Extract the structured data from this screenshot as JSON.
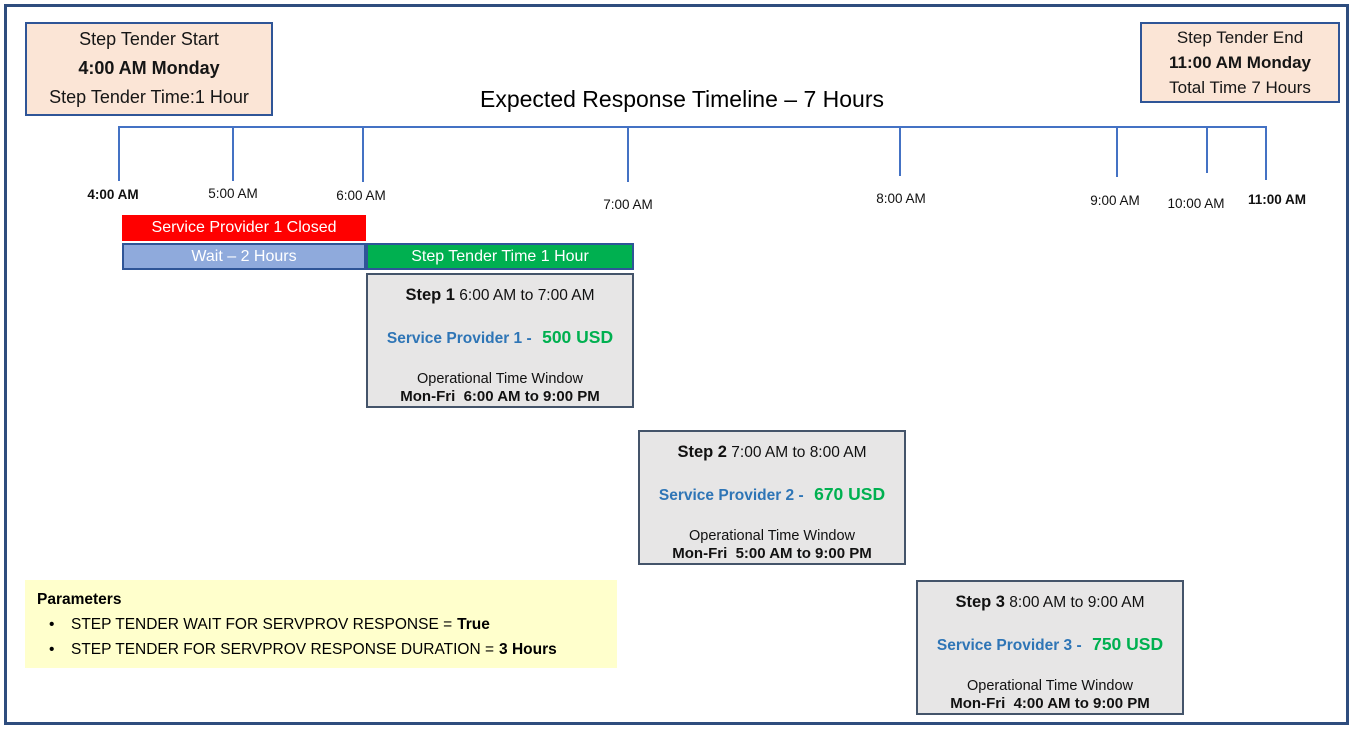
{
  "title": "Expected Response Timeline – 7 Hours",
  "start_box": {
    "line1": "Step Tender Start",
    "line2": "4:00 AM Monday",
    "line3": "Step Tender Time:1 Hour"
  },
  "end_box": {
    "line1": "Step Tender End",
    "line2": "11:00 AM Monday",
    "line3": "Total Time 7 Hours"
  },
  "timeline": {
    "ticks": [
      {
        "label": "4:00 AM",
        "emphasis": true
      },
      {
        "label": "5:00 AM",
        "emphasis": false
      },
      {
        "label": "6:00 AM",
        "emphasis": false
      },
      {
        "label": "7:00 AM",
        "emphasis": false
      },
      {
        "label": "8:00 AM",
        "emphasis": false
      },
      {
        "label": "9:00 AM",
        "emphasis": false
      },
      {
        "label": "10:00 AM",
        "emphasis": false
      },
      {
        "label": "11:00 AM",
        "emphasis": true
      }
    ]
  },
  "bars": {
    "closed_label": "Service Provider 1 Closed",
    "wait_label": "Wait – 2 Hours",
    "step_tender_label": "Step Tender Time 1 Hour"
  },
  "steps": [
    {
      "name": "Step 1",
      "time_range": "6:00 AM to 7:00 AM",
      "provider": "Service Provider 1 -",
      "price": "500 USD",
      "op_title": "Operational Time Window",
      "op_hours": "Mon-Fri  6:00 AM to 9:00 PM"
    },
    {
      "name": "Step 2",
      "time_range": "7:00 AM to 8:00 AM",
      "provider": "Service Provider 2 -",
      "price": "670 USD",
      "op_title": "Operational Time Window",
      "op_hours": "Mon-Fri  5:00 AM to 9:00 PM"
    },
    {
      "name": "Step 3",
      "time_range": "8:00 AM to 9:00 AM",
      "provider": "Service Provider 3 -",
      "price": "750 USD",
      "op_title": "Operational Time Window",
      "op_hours": "Mon-Fri  4:00 AM to 9:00 PM"
    }
  ],
  "parameters": {
    "title": "Parameters",
    "bullet": "•",
    "items": [
      {
        "label": "STEP TENDER WAIT FOR SERVPROV RESPONSE =",
        "value": "True"
      },
      {
        "label": "STEP TENDER FOR SERVPROV RESPONSE DURATION =",
        "value": "3 Hours"
      }
    ]
  },
  "colors": {
    "closed_bar": "#FF0000",
    "wait_bar": "#8FAADC",
    "step_tender_bar": "#00B050",
    "provider_text": "#2E75B6",
    "price_text": "#00B050",
    "note_fill": "#FBE5D6",
    "step_fill": "#E7E6E6",
    "params_fill": "#FFFFCC",
    "axis": "#4472C4",
    "box_border": "#2F5597",
    "page_border": "#2E4D7E"
  }
}
